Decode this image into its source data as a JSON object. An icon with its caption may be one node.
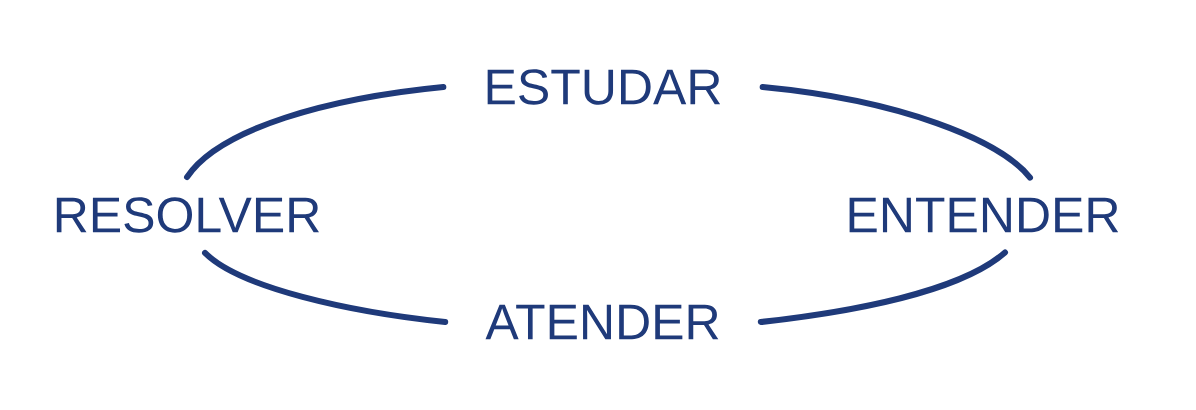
{
  "diagram": {
    "nodes": [
      {
        "text": [
          "ESTUDAR"
        ]
      },
      {
        "text": [
          "ENTENDER"
        ]
      },
      {
        "text": [
          "ATENDER"
        ]
      },
      {
        "text": [
          "RESOLVER"
        ]
      }
    ],
    "edges": [
      {
        "from": 0,
        "to": 1,
        "arrow": "none"
      },
      {
        "from": 1,
        "to": 2,
        "arrow": "none"
      },
      {
        "from": 2,
        "to": 3,
        "arrow": "none"
      },
      {
        "from": 3,
        "to": 0,
        "arrow": "none"
      }
    ]
  }
}
